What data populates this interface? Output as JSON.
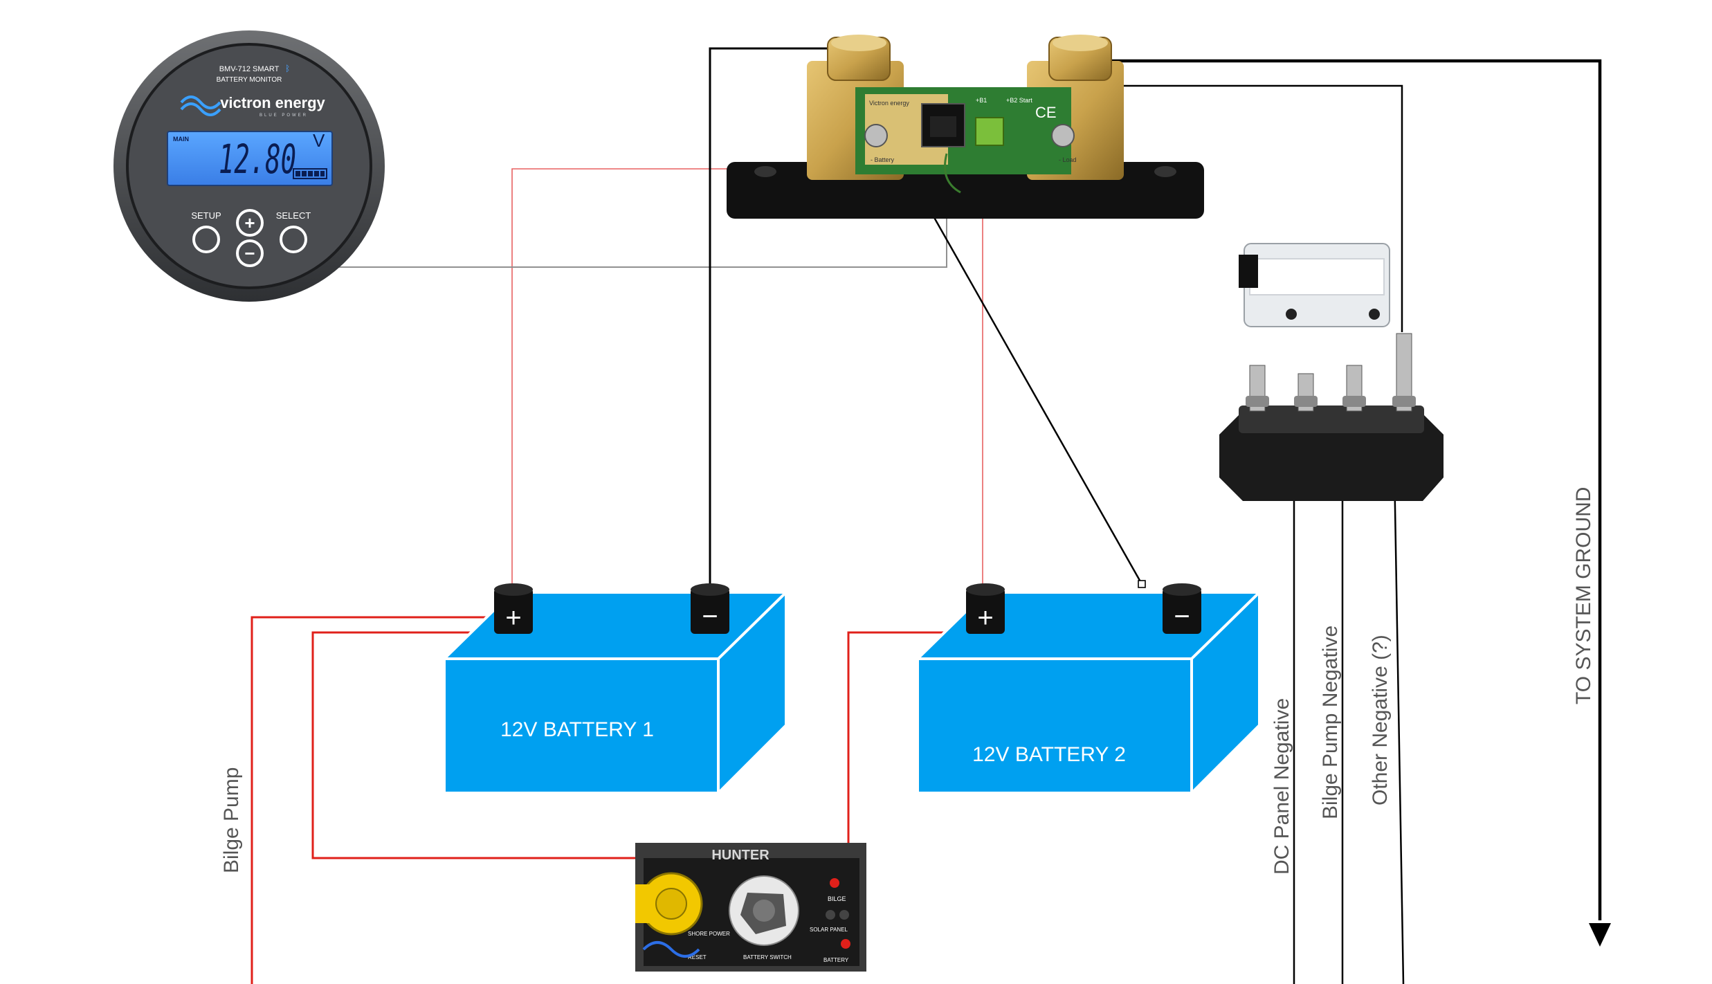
{
  "monitor": {
    "model_line1": "BMV-712 SMART",
    "model_line2": "BATTERY MONITOR",
    "brand": "victron energy",
    "brand_sub": "BLUE POWER",
    "screen_tag": "MAIN",
    "reading": "12.80",
    "unit": "V",
    "setup_label": "SETUP",
    "select_label": "SELECT"
  },
  "shunt": {
    "brand": "Victron energy",
    "b1": "+B1",
    "b2": "+B2 Start",
    "ce": "CE",
    "battery_label": "- Battery",
    "load_label": "- Load"
  },
  "batteries": [
    {
      "label": "12V BATTERY 1",
      "pos": "+",
      "neg": "−"
    },
    {
      "label": "12V BATTERY 2",
      "pos": "+",
      "neg": "−"
    }
  ],
  "panel": {
    "brand": "HUNTER",
    "shore_power": "SHORE POWER",
    "reset": "RESET",
    "battery_switch": "BATTERY SWITCH",
    "bilge": "BILGE",
    "solar_panel": "SOLAR PANEL",
    "battery": "BATTERY"
  },
  "wire_labels": {
    "bilge_pump": "Bilge Pump",
    "dc_panel_negative": "DC Panel Negative",
    "bilge_pump_negative": "Bilge Pump Negative",
    "other_negative": "Other Negative (?)",
    "system_ground": "TO SYSTEM GROUND"
  },
  "colors": {
    "battery_blue": "#00a0f0",
    "positive_wire": "#e0201a",
    "thin_red": "#e86060",
    "negative_wire": "#000000",
    "data_wire": "#909090",
    "brass": "#c9a24c"
  }
}
